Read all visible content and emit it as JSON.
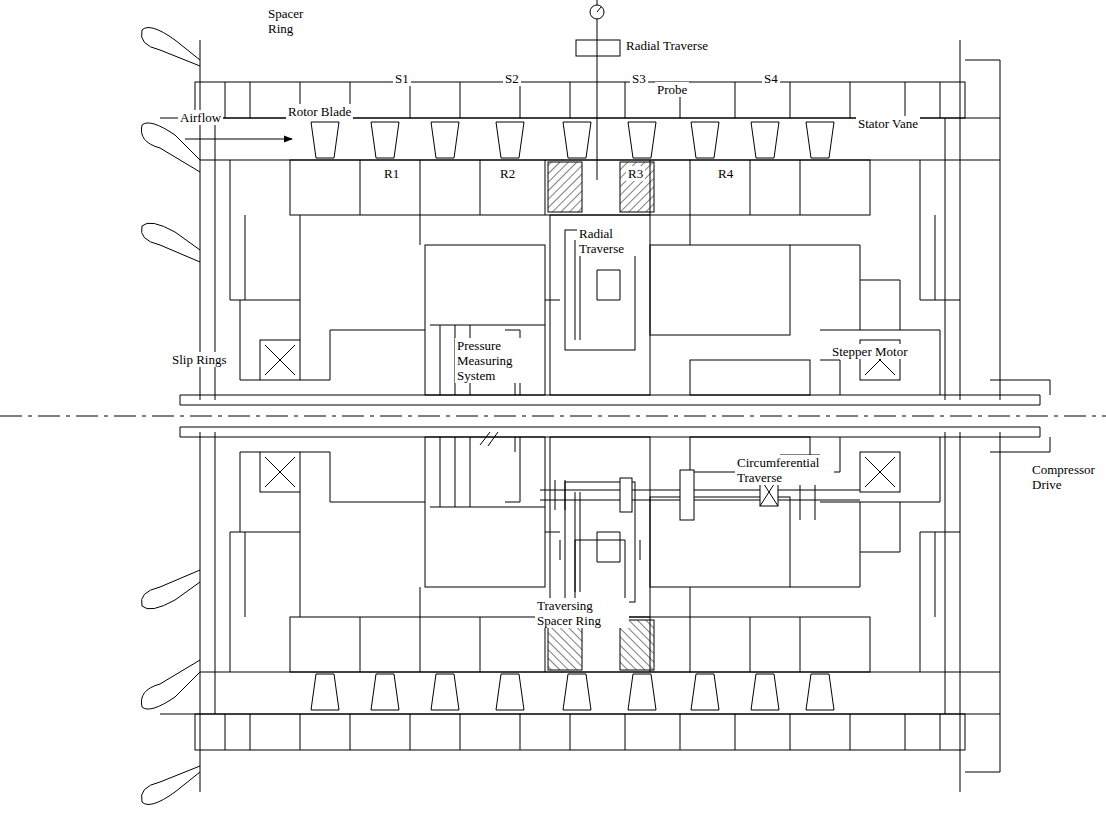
{
  "diagram": {
    "labels": [
      "Spacer Ring",
      "Radial Traverse",
      "S1",
      "S2",
      "S3",
      "S4",
      "Probe",
      "Airflow",
      "Rotor Blade",
      "Stator Vane",
      "R1",
      "R2",
      "R3",
      "R4",
      "Radial Traverse",
      "Slip Rings",
      "Pressure Measuring System",
      "Stepper Motor",
      "Compressor Drive",
      "Circumferential Traverse",
      "Traversing Spacer Ring"
    ]
  }
}
